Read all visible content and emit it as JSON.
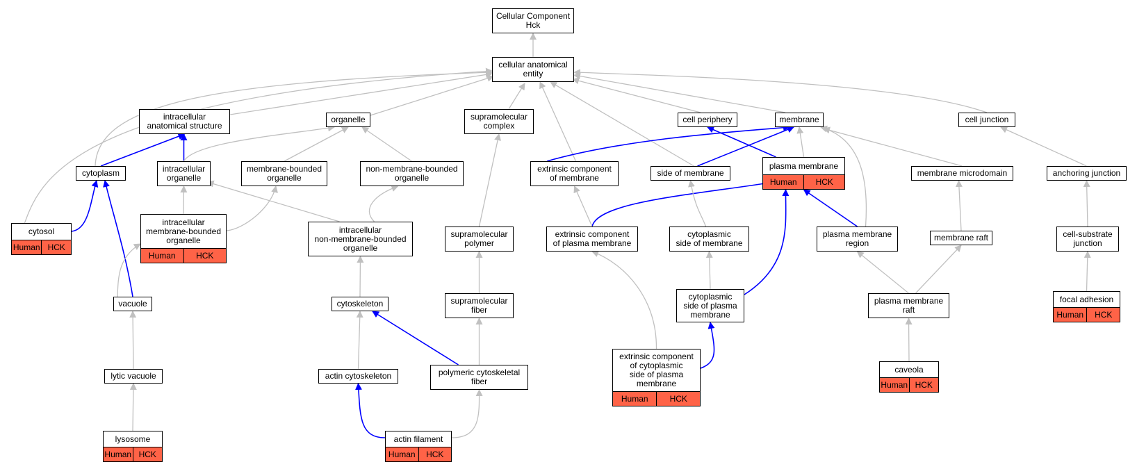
{
  "colors": {
    "gray_edge": "#c0c0c0",
    "blue_edge": "#0000ff",
    "annotation": "#ff6347"
  },
  "nodes": [
    {
      "id": "root",
      "label": "Cellular Component\nHck"
    },
    {
      "id": "cae",
      "label": "cellular anatomical\nentity"
    },
    {
      "id": "ias",
      "label": "intracellular\nanatomical structure"
    },
    {
      "id": "organelle",
      "label": "organelle"
    },
    {
      "id": "smc",
      "label": "supramolecular\ncomplex"
    },
    {
      "id": "cellper",
      "label": "cell periphery"
    },
    {
      "id": "membrane",
      "label": "membrane"
    },
    {
      "id": "celljunc",
      "label": "cell junction"
    },
    {
      "id": "cytoplasm",
      "label": "cytoplasm"
    },
    {
      "id": "io",
      "label": "intracellular\norganelle"
    },
    {
      "id": "mbo",
      "label": "membrane-bounded\norganelle"
    },
    {
      "id": "nmbo",
      "label": "non-membrane-bounded\norganelle"
    },
    {
      "id": "ecm",
      "label": "extrinsic component\nof membrane"
    },
    {
      "id": "som",
      "label": "side of membrane"
    },
    {
      "id": "pm",
      "label": "plasma membrane",
      "ann": [
        "Human",
        "HCK"
      ]
    },
    {
      "id": "mmd",
      "label": "membrane microdomain"
    },
    {
      "id": "aj",
      "label": "anchoring junction"
    },
    {
      "id": "cytosol",
      "label": "cytosol",
      "ann": [
        "Human",
        "HCK"
      ]
    },
    {
      "id": "imbo",
      "label": "intracellular\nmembrane-bounded\norganelle",
      "ann": [
        "Human",
        "HCK"
      ]
    },
    {
      "id": "inmbo",
      "label": "intracellular\nnon-membrane-bounded\norganelle"
    },
    {
      "id": "smp",
      "label": "supramolecular\npolymer"
    },
    {
      "id": "ecpm",
      "label": "extrinsic component\nof plasma membrane"
    },
    {
      "id": "csom",
      "label": "cytoplasmic\nside of membrane"
    },
    {
      "id": "pmr",
      "label": "plasma membrane\nregion"
    },
    {
      "id": "mraft",
      "label": "membrane raft"
    },
    {
      "id": "csj",
      "label": "cell-substrate\njunction"
    },
    {
      "id": "vacuole",
      "label": "vacuole"
    },
    {
      "id": "cytoskeleton",
      "label": "cytoskeleton"
    },
    {
      "id": "smf",
      "label": "supramolecular\nfiber"
    },
    {
      "id": "cspm",
      "label": "cytoplasmic\nside of plasma\nmembrane"
    },
    {
      "id": "pmraft",
      "label": "plasma membrane\nraft"
    },
    {
      "id": "fa",
      "label": "focal adhesion",
      "ann": [
        "Human",
        "HCK"
      ]
    },
    {
      "id": "lv",
      "label": "lytic vacuole"
    },
    {
      "id": "acs",
      "label": "actin cytoskeleton"
    },
    {
      "id": "pcf",
      "label": "polymeric cytoskeletal\nfiber"
    },
    {
      "id": "eccspm",
      "label": "extrinsic component\nof cytoplasmic\nside of plasma\nmembrane",
      "ann": [
        "Human",
        "HCK"
      ]
    },
    {
      "id": "caveola",
      "label": "caveola",
      "ann": [
        "Human",
        "HCK"
      ]
    },
    {
      "id": "lysosome",
      "label": "lysosome",
      "ann": [
        "Human",
        "HCK"
      ]
    },
    {
      "id": "af",
      "label": "actin filament",
      "ann": [
        "Human",
        "HCK"
      ]
    }
  ]
}
